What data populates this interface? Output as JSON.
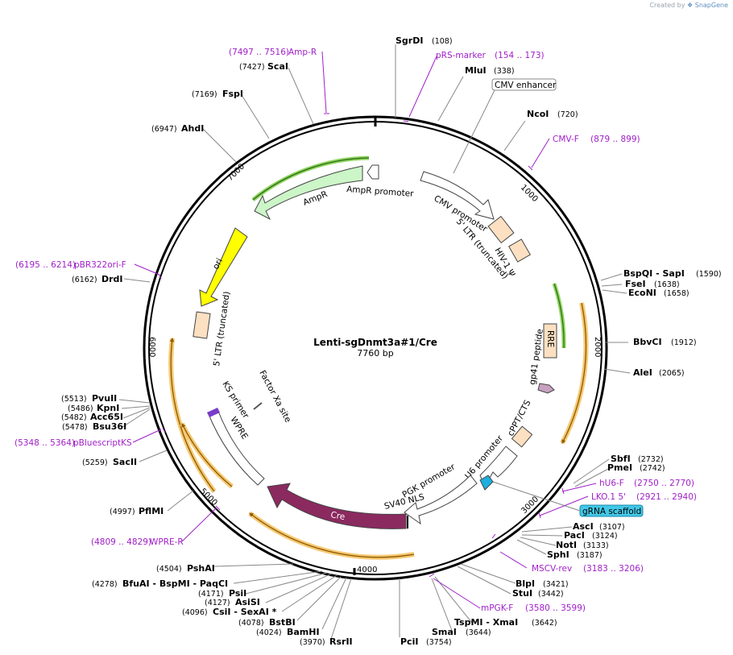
{
  "credit": {
    "prefix": "Created by",
    "brand": "SnapGene"
  },
  "plasmid": {
    "name": "Lenti-sgDnmt3a#1/Cre",
    "length": "7760 bp"
  },
  "ticks": [
    "1000",
    "2000",
    "3000",
    "4000",
    "5000",
    "6000",
    "7000"
  ],
  "enzymes": {
    "SgrDI": "(108)",
    "MluI": "(338)",
    "NcoI": "(720)",
    "BspQI_SapI": "BspQI - SapI",
    "BspQI_pos": "(1590)",
    "FseI": "(1638)",
    "EcoNI": "(1658)",
    "BbvCI": "(1912)",
    "AleI": "(2065)",
    "SbfI": "(2732)",
    "PmeI": "(2742)",
    "AscI": "(3107)",
    "PacI": "(3124)",
    "NotI": "(3133)",
    "SphI": "(3187)",
    "BlpI": "(3421)",
    "StuI": "(3442)",
    "TspMI_XmaI": "TspMI - XmaI",
    "TspMI_pos": "(3642)",
    "SmaI": "(3644)",
    "PciI": "(3754)",
    "RsrII": "(3970)",
    "BamHI": "(4024)",
    "BstBI": "(4078)",
    "CsiI_SexAI": "CsiI - SexAI *",
    "CsiI_pos": "(4096)",
    "AsiSI": "(4127)",
    "PsiI": "(4171)",
    "BfuAI_group": "BfuAI - BspMI - PaqCI",
    "BfuAI_pos": "(4278)",
    "PshAI": "(4504)",
    "PflMI": "(4997)",
    "SacII": "(5259)",
    "Bsu36I": "(5478)",
    "Acc65I": "(5482)",
    "KpnI": "(5486)",
    "PvuII": "(5513)",
    "DrdI": "(6162)",
    "AhdI": "(6947)",
    "FspI": "(7169)",
    "ScaI": "(7427)"
  },
  "primers": {
    "pRS_marker": {
      "name": "pRS-marker",
      "range": "(154 .. 173)"
    },
    "CMV_F": {
      "name": "CMV-F",
      "range": "(879 .. 899)"
    },
    "hU6_F": {
      "name": "hU6-F",
      "range": "(2750 .. 2770)"
    },
    "LKO1_5": {
      "name": "LKO.1 5'",
      "range": "(2921 .. 2940)"
    },
    "MSCV_rev": {
      "name": "MSCV-rev",
      "range": "(3183 .. 3206)"
    },
    "mPGK_F": {
      "name": "mPGK-F",
      "range": "(3580 .. 3599)"
    },
    "WPRE_R": {
      "name": "WPRE-R",
      "range": "(4809 .. 4829)"
    },
    "pBluescriptKS": {
      "name": "pBluescriptKS",
      "range": "(5348 .. 5364)"
    },
    "pBR322ori_F": {
      "name": "pBR322ori-F",
      "range": "(6195 .. 6214)"
    },
    "Amp_R": {
      "name": "Amp-R",
      "range": "(7497 .. 7516)"
    }
  },
  "features": {
    "cmv_enhancer": "CMV enhancer",
    "cmv_promoter": "CMV promoter",
    "ltr5_trunc": "5' LTR (truncated)",
    "hiv_psi": "HIV-1 Ψ",
    "rre": "RRE",
    "gp41": "gp41 peptide",
    "cppt": "cPPT/CTS",
    "u6": "U6 promoter",
    "grna": "gRNA scaffold",
    "pgk": "PGK promoter",
    "sv40": "SV40 NLS",
    "cre": "Cre",
    "wpre": "WPRE",
    "ks_primer": "KS primer",
    "factor_xa": "Factor Xa site",
    "ltr5_trunc_left": "5' LTR (truncated)",
    "ori": "ori",
    "ampr": "AmpR",
    "ampr_promoter": "AmpR promoter"
  },
  "colors": {
    "backbone": "#000000",
    "primer": "#a020c8",
    "ampr": "#ccf5c8",
    "ori": "#ffff00",
    "cre": "#8b2a5f",
    "ltr": "#fde0c2",
    "grna": "#42c8e8",
    "u6": "#1eaee0",
    "orf_halo": "#f6c872",
    "green_halo": "#8fd460"
  }
}
